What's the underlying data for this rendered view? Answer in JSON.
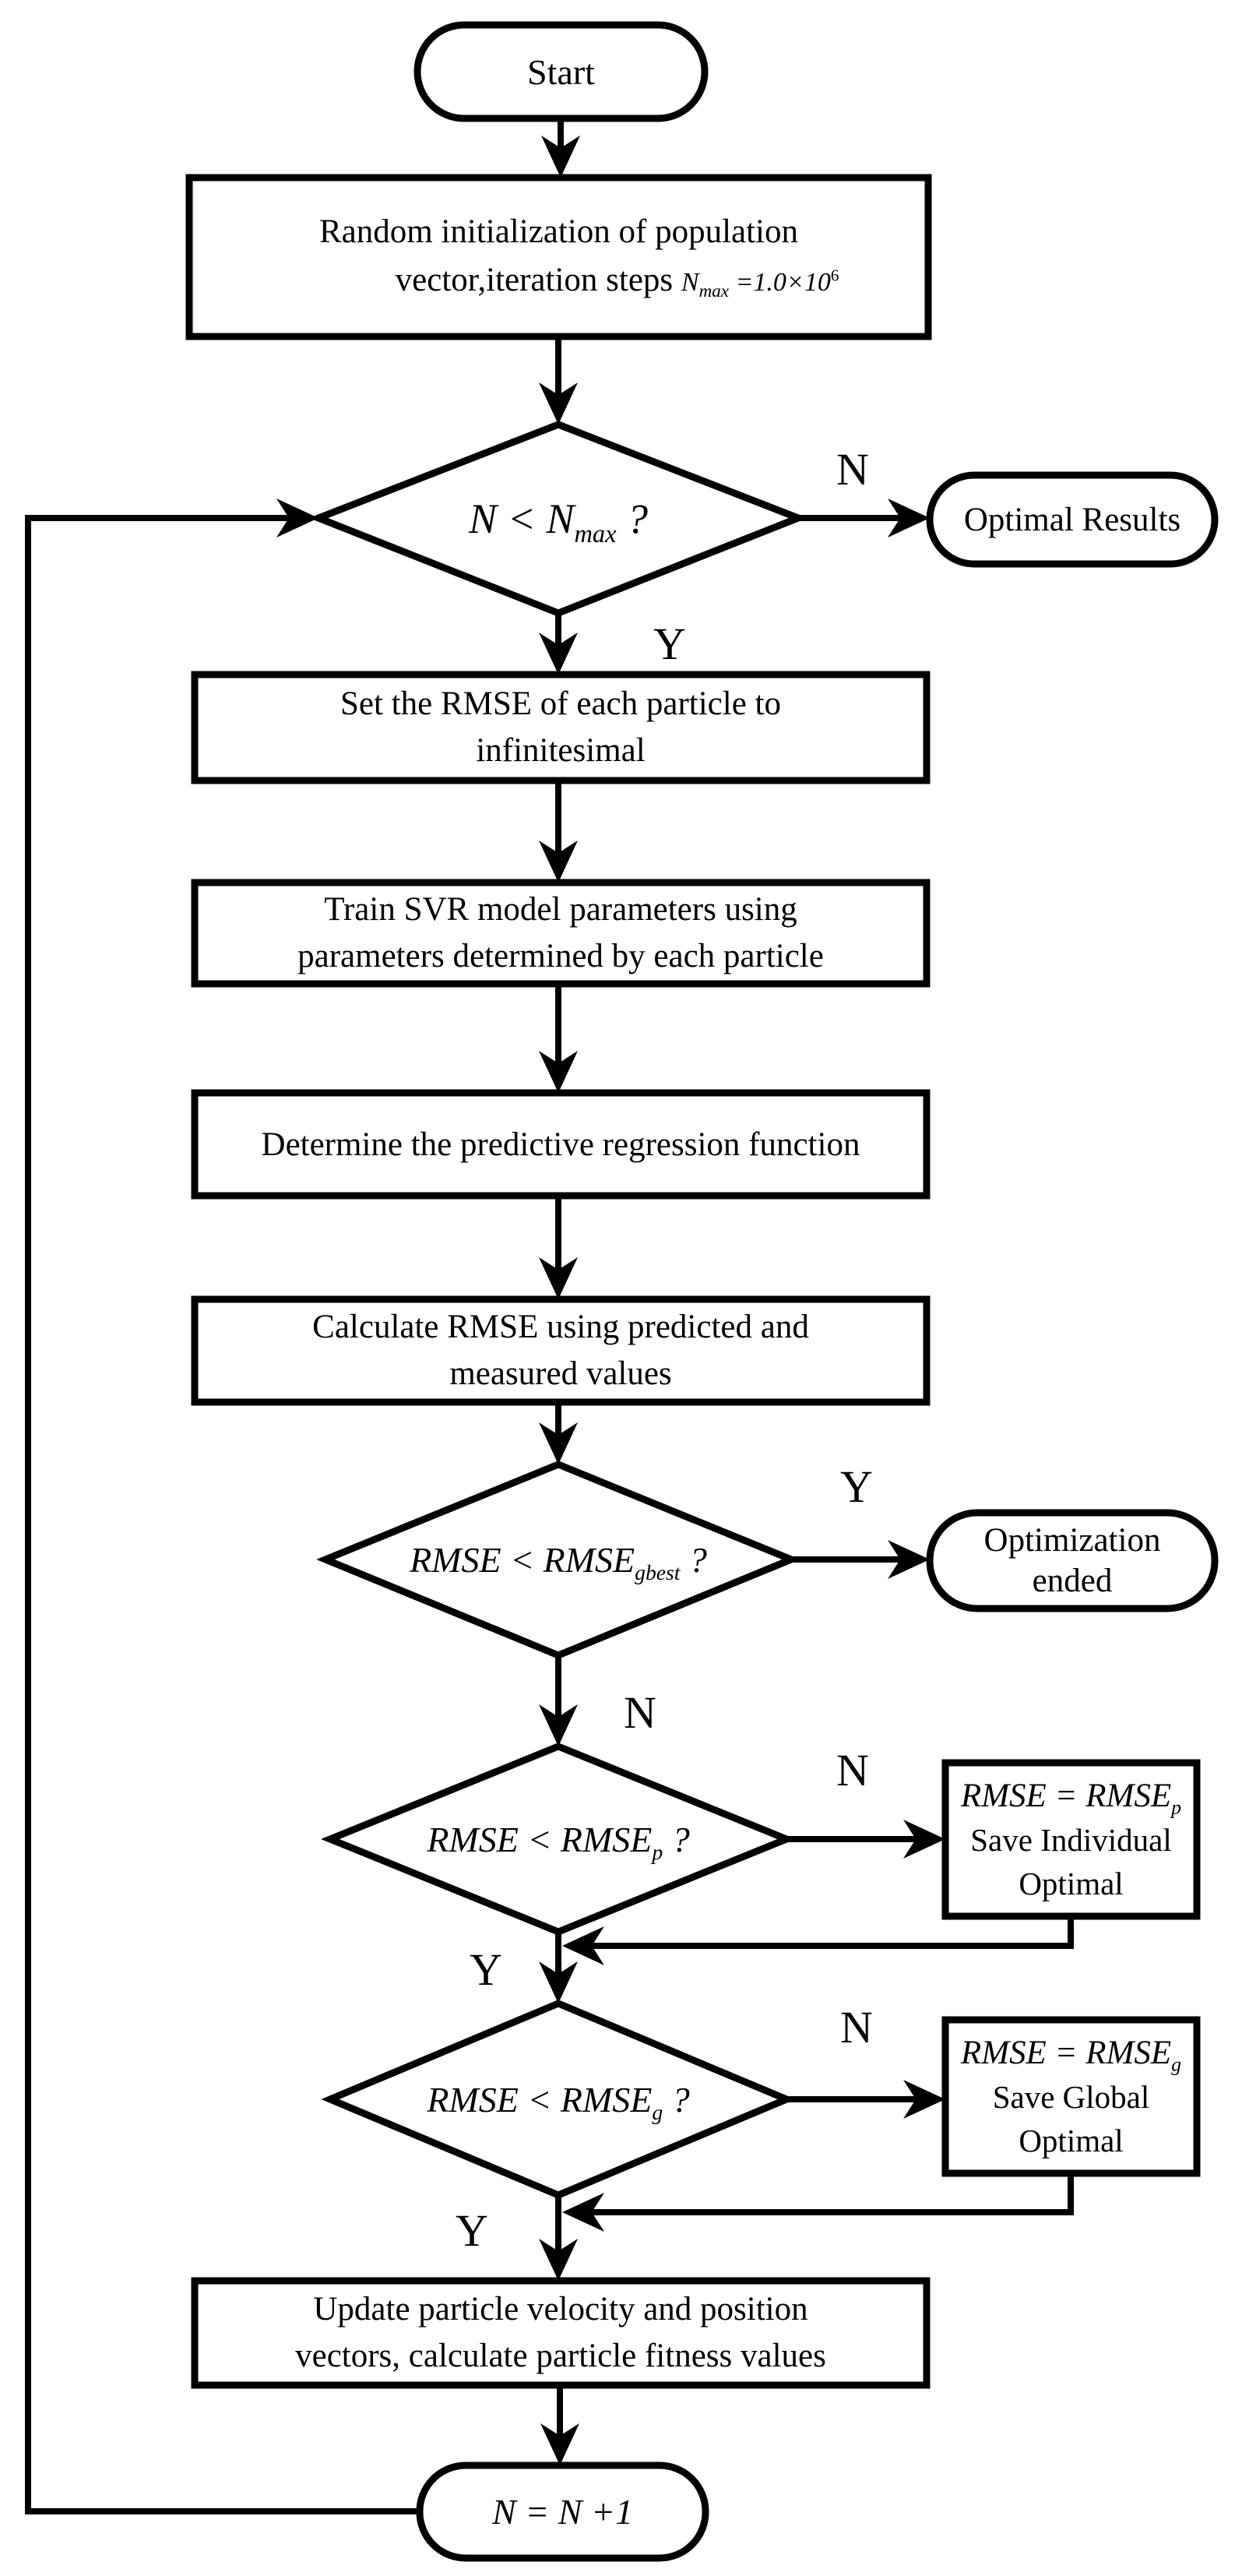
{
  "background": "#ffffff",
  "line_color": "#000000",
  "nodes": {
    "start": {
      "label": "Start"
    },
    "init": {
      "line1": "Random initialization of population",
      "line2": "vector,iteration steps",
      "formula_base": "N",
      "formula_sub": "max",
      "formula_rest": " =1.0×10",
      "formula_exp": "6"
    },
    "decide_iteration": {
      "base": "N < N",
      "sub": "max",
      "suffix": " ?"
    },
    "optimal_results": {
      "label": "Optimal Results"
    },
    "set_rmse": {
      "line1": "Set the RMSE of each particle to",
      "line2": "infinitesimal"
    },
    "train_svr": {
      "line1": "Train SVR model parameters using",
      "line2": "parameters determined by each particle"
    },
    "determine_regression": {
      "label": "Determine the predictive regression function"
    },
    "calc_rmse": {
      "line1": "Calculate RMSE using predicted and",
      "line2": "measured values"
    },
    "decide_gbest": {
      "base": "RMSE < RMSE",
      "sub": "gbest",
      "suffix": " ?"
    },
    "optimization_ended": {
      "line1": "Optimization",
      "line2": "ended"
    },
    "decide_pbest": {
      "base": "RMSE < RMSE",
      "sub": "p",
      "suffix": " ?"
    },
    "save_individual": {
      "formula_base": "RMSE = RMSE",
      "formula_sub": "p",
      "line2": "Save Individual",
      "line3": "Optimal"
    },
    "decide_global": {
      "base": "RMSE < RMSE",
      "sub": "g",
      "suffix": " ?"
    },
    "save_global": {
      "formula_base": "RMSE = RMSE",
      "formula_sub": "g",
      "line2": "Save Global",
      "line3": "Optimal"
    },
    "update": {
      "line1": "Update particle velocity and position",
      "line2": "vectors, calculate particle fitness values"
    },
    "increment": {
      "label": "N = N +1"
    }
  },
  "edge_labels": {
    "iteration_no": "N",
    "iteration_yes": "Y",
    "gbest_yes": "Y",
    "gbest_no": "N",
    "pbest_no": "N",
    "pbest_yes": "Y",
    "global_no": "N",
    "global_yes": "Y"
  }
}
